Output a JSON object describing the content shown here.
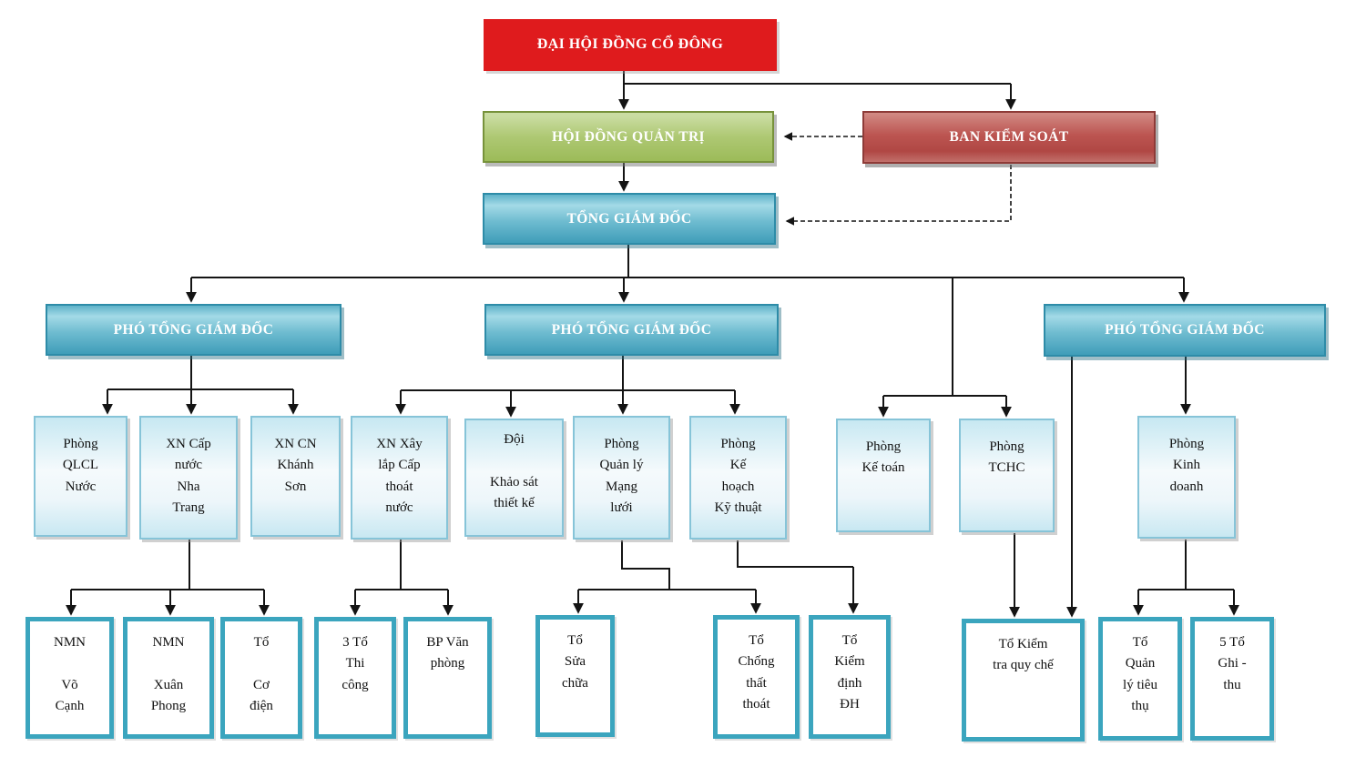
{
  "diagram": {
    "type": "org-chart",
    "language": "vi",
    "colors": {
      "top_box": "#DF1B1D",
      "board_box_green": "#9CBB59",
      "control_box_brick": "#B04744",
      "executive_box_blue": "#4BA9C2",
      "department_box_light": "#D9EEF6",
      "unit_box_border_teal": "#3BA5BE",
      "connector_line": "#141414"
    },
    "nodes": {
      "dhdcd": {
        "label": "ĐẠI HỘI ĐỒNG CỔ ĐÔNG"
      },
      "hdqt": {
        "label": "HỘI ĐỒNG QUẢN TRỊ"
      },
      "bks": {
        "label": "BAN KIỂM SOÁT"
      },
      "tgd": {
        "label": "TỔNG GIÁM ĐỐC"
      },
      "pho1": {
        "label": "PHÓ TỔNG GIÁM ĐỐC"
      },
      "pho2": {
        "label": "PHÓ TỔNG GIÁM ĐỐC"
      },
      "pho3": {
        "label": "PHÓ TỔNG GIÁM ĐỐC"
      },
      "p_qlcl": {
        "label": "Phòng\nQLCL\nNước"
      },
      "xn_capnuoc": {
        "label": "XN Cấp\nnước\nNha\nTrang"
      },
      "xn_cn": {
        "label": "XN CN\nKhánh\nSơn"
      },
      "xn_xaylap": {
        "label": "XN Xây\nlắp Cấp\nthoát\nnước"
      },
      "doi_khaosat": {
        "label": "Đội\n\nKhảo sát\nthiết kế"
      },
      "p_quanly": {
        "label": "Phòng\nQuản lý\nMạng\nlưới"
      },
      "p_kehoach": {
        "label": "Phòng\nKế\nhoạch\nKỹ thuật"
      },
      "p_ketoan": {
        "label": "Phòng\nKế toán"
      },
      "p_tchc": {
        "label": "Phòng\nTCHC"
      },
      "p_kinhdoanh": {
        "label": "Phòng\nKinh\ndoanh"
      },
      "nmn_vocanh": {
        "label": "NMN\n\nVõ\nCạnh"
      },
      "nmn_xuanphong": {
        "label": "NMN\n\nXuân\nPhong"
      },
      "to_codien": {
        "label": "Tổ\n\nCơ\nđiện"
      },
      "to_thicong": {
        "label": "3 Tổ\nThi\ncông"
      },
      "bp_vanphong": {
        "label": "BP Văn\nphòng"
      },
      "to_suachua": {
        "label": "Tổ\nSửa\nchữa"
      },
      "to_chongthat": {
        "label": "Tổ\nChống\nthất\nthoát"
      },
      "to_kiemdinh": {
        "label": "Tổ\nKiểm\nđịnh\nĐH"
      },
      "to_kiemtra": {
        "label": "Tổ Kiểm\ntra quy chế"
      },
      "to_quanlytt": {
        "label": "Tổ\nQuản\nlý tiêu\nthụ"
      },
      "to_ghithu": {
        "label": "5 Tổ\nGhi -\nthu"
      }
    }
  }
}
